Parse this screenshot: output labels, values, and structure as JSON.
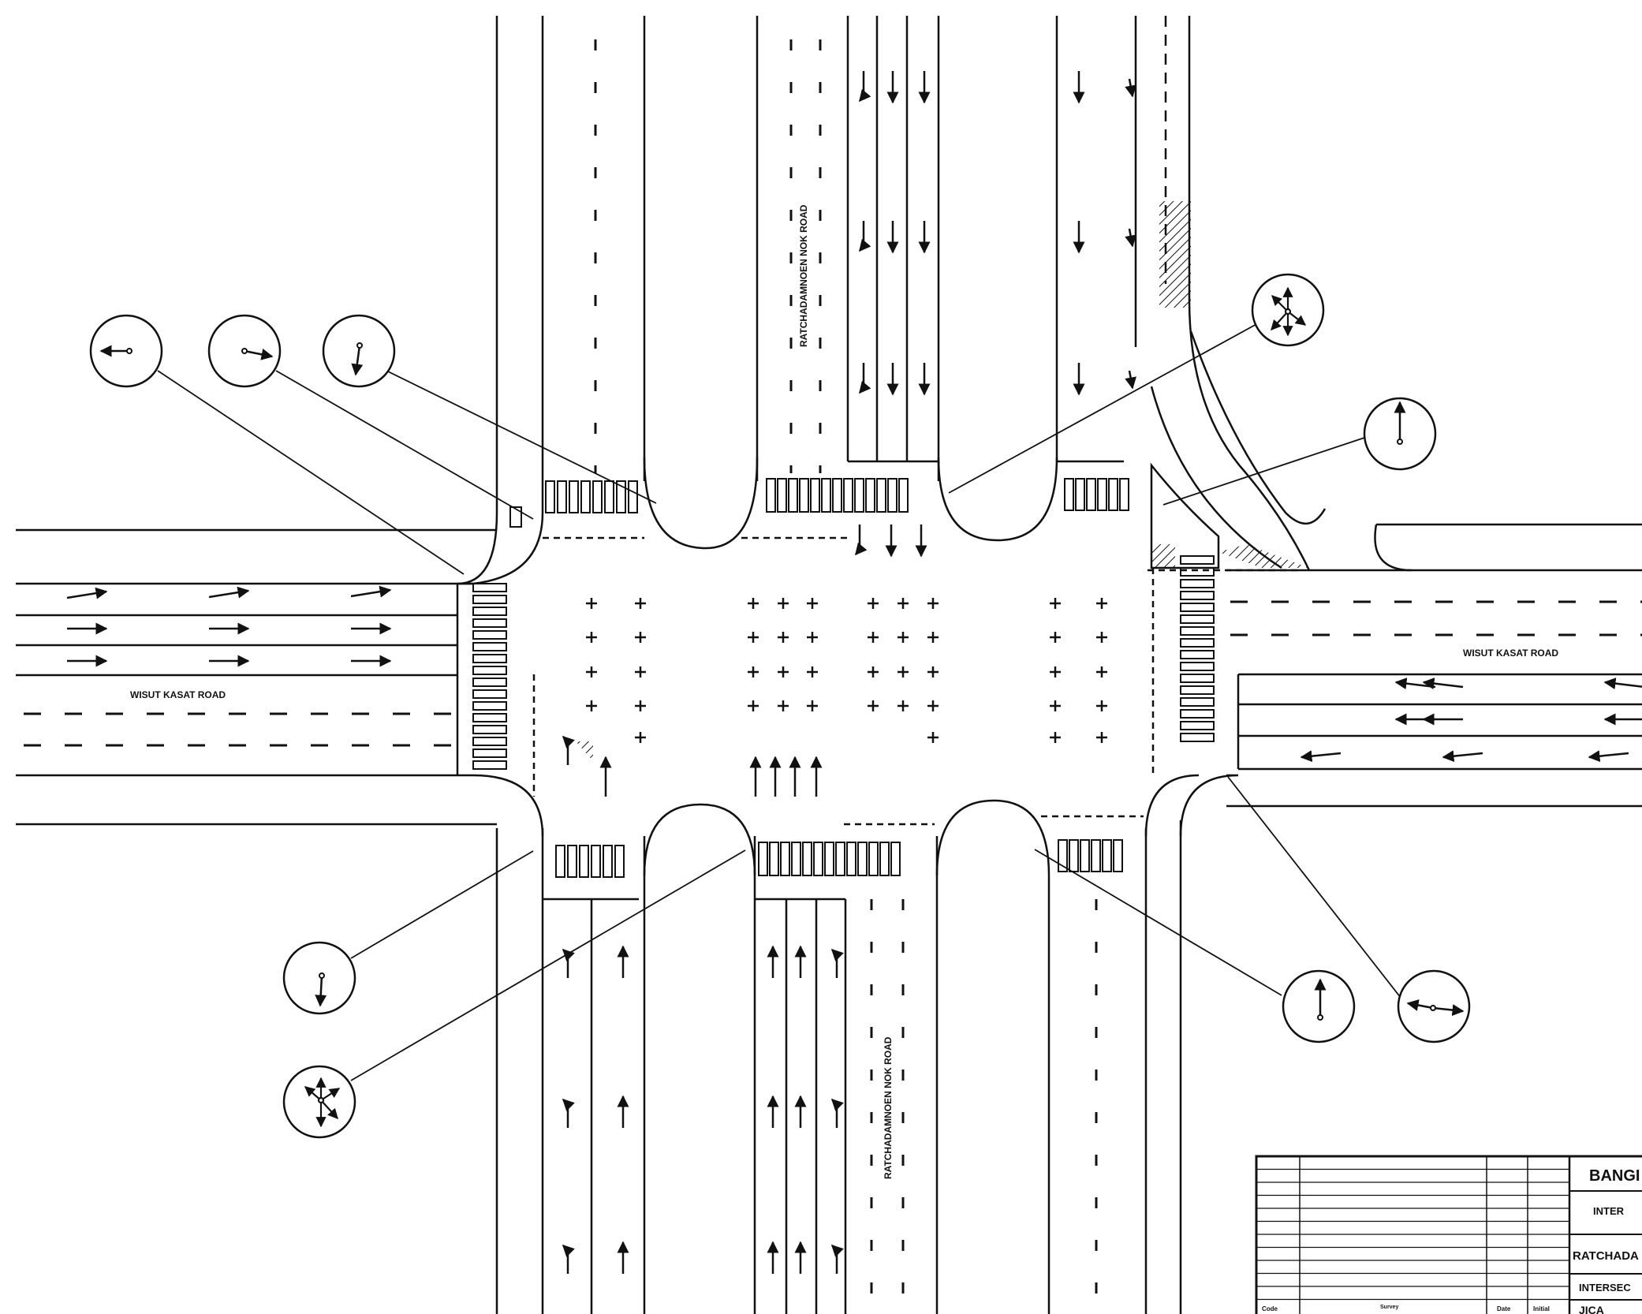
{
  "roads": {
    "vertical_label": "RATCHADAMNOEN NOK ROAD",
    "horizontal_label": "WISUT KASAT ROAD"
  },
  "title_block": {
    "line1": "BANGI",
    "line2": "INTER",
    "line3": "RATCHADA",
    "line4": "INTERSEC",
    "line5": "JICA",
    "col_code": "Code",
    "col_survey": "Survey",
    "col_date": "Date",
    "col_initial": "Initial"
  },
  "signal_heads": [
    {
      "id": "sig-nw-1",
      "icon": "left-arrow-icon"
    },
    {
      "id": "sig-nw-2",
      "icon": "right-arrow-icon"
    },
    {
      "id": "sig-nw-3",
      "icon": "down-arrow-icon"
    },
    {
      "id": "sig-ne-1",
      "icon": "multi-arrow-icon"
    },
    {
      "id": "sig-ne-2",
      "icon": "up-arrow-icon"
    },
    {
      "id": "sig-sw-1",
      "icon": "down-arrow-icon"
    },
    {
      "id": "sig-sw-2",
      "icon": "multi-arrow-icon"
    },
    {
      "id": "sig-se-1",
      "icon": "up-arrow-icon"
    },
    {
      "id": "sig-se-2",
      "icon": "double-arrow-icon"
    }
  ],
  "colors": {
    "ink": "#111111",
    "paper": "#ffffff"
  }
}
